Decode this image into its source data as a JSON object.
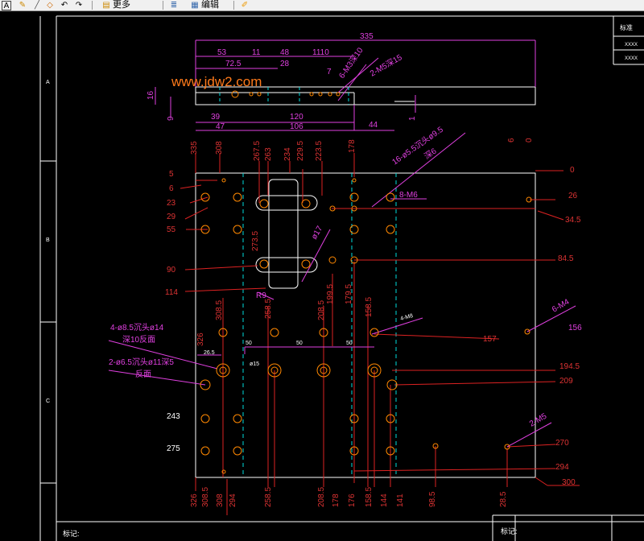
{
  "toolbar": {
    "letter_a": "A",
    "more_label": "更多",
    "edit_label": "编辑"
  },
  "watermark": "www.jdw2.com",
  "frame": {
    "zone_letters": [
      "A",
      "B",
      "C"
    ],
    "title_block_top": "标准",
    "title_block_mid": "XXXX",
    "title_block_low": "XXXX",
    "bottom_left_label": "标记:",
    "bottom_right_label": "标记:"
  },
  "top_dims": [
    "335",
    "53",
    "11",
    "48",
    "1110",
    "72.5",
    "28",
    "7",
    "6-M3深10",
    "2-M5深15",
    "16",
    "9",
    "39",
    "120",
    "47",
    "106",
    "44",
    "1"
  ],
  "left_dims": [
    "335",
    "308",
    "5",
    "6",
    "23",
    "29",
    "55",
    "90",
    "114",
    "308.5",
    "326",
    "26.5",
    "243",
    "275"
  ],
  "top_col_dims": [
    "267.5",
    "263",
    "234",
    "229.5",
    "223.5",
    "178",
    "6",
    "0"
  ],
  "right_dims": [
    "0",
    "26",
    "34.5",
    "84.5",
    "157",
    "156",
    "194.5",
    "209",
    "270",
    "294",
    "300"
  ],
  "mid_dims": [
    "273.5",
    "R9",
    "ø17",
    "258.5",
    "208.5",
    "199.5",
    "179.5",
    "158.5",
    "50",
    "50",
    "50",
    "ø15",
    "4-M8",
    "8-M6",
    "6-M4",
    "2-M5"
  ],
  "callouts": [
    "16-ø5.5沉头ø9.5",
    "深6",
    "4-ø8.5沉头ø14",
    "深10反面",
    "2-ø6.5沉头ø11深5",
    "反面"
  ],
  "bottom_dims": [
    "326",
    "308.5",
    "308",
    "294",
    "258.5",
    "208.5",
    "178",
    "176",
    "158.5",
    "144",
    "141",
    "98.5",
    "28.5"
  ]
}
